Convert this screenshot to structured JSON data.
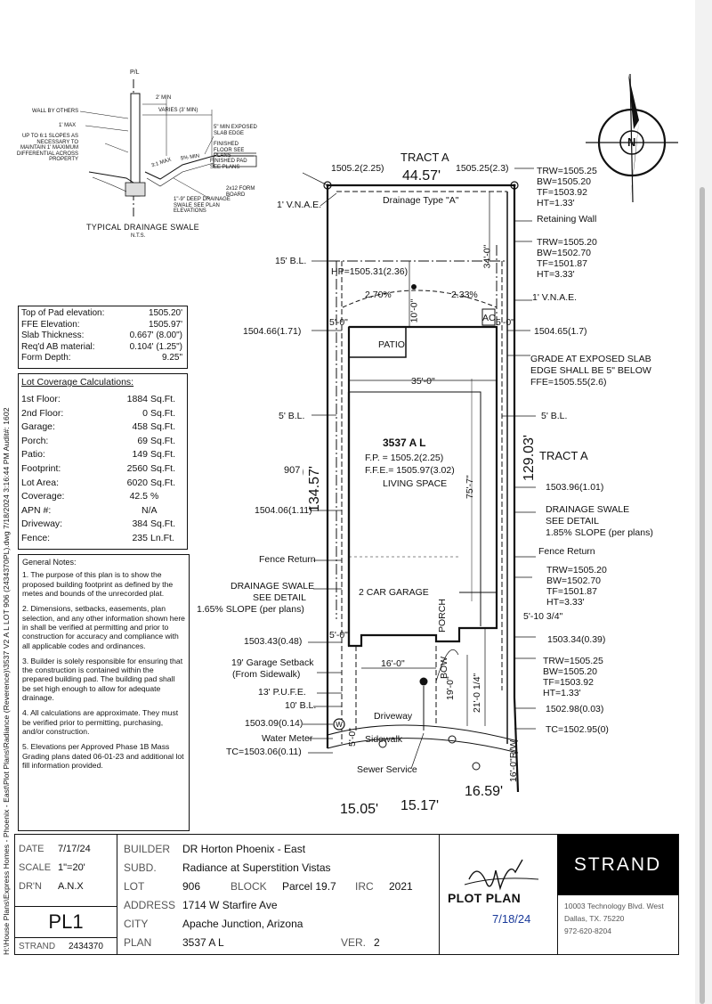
{
  "side_path": "H:\\House Plans\\Express Homes - Phoenix - East\\Plot Plans\\Radiance (Reverence)\\3537 V2 A L LOT 906 (2434370PL).dwg 7/18/2024 3:16:44 PM Audit#: 1602",
  "swale_detail": {
    "title": "TYPICAL DRAINAGE SWALE",
    "nts": "N.T.S.",
    "pl": "P/L",
    "two_min": "2' MIN",
    "varies": "VARIES (3' MIN)",
    "wall": "WALL BY OTHERS",
    "one_max": "1' MAX",
    "slopes": "UP TO 6:1 SLOPES AS NECESSARY TO MAINTAIN 1' MAXIMUM DIFFERENTIAL ACROSS PROPERTY",
    "exposed": "5\" MIN EXPOSED SLAB EDGE",
    "finished_floor": "FINISHED FLOOR SEE PLANS",
    "finished_pad": "FINISHED PAD SEE PLANS",
    "form": "2x12 FORM BOARD",
    "deep": "1\"-9\" DEEP DRAINAGE SWALE SEE PLAN ELEVATIONS",
    "slope1": "3:1 MAX",
    "slope2": "5% MIN"
  },
  "pad_info": {
    "rows": [
      {
        "label": "Top of Pad elevation:",
        "value": "1505.20'"
      },
      {
        "label": "FFE Elevation:",
        "value": "1505.97'"
      },
      {
        "label": "Slab Thickness:",
        "value": "0.667' (8.00\")"
      },
      {
        "label": "Req'd AB material:",
        "value": "0.104' (1.25\")"
      },
      {
        "label": "Form Depth:",
        "value": "9.25\""
      }
    ]
  },
  "coverage": {
    "title": "Lot Coverage Calculations:",
    "rows": [
      {
        "label": "1st Floor:",
        "value": "1884",
        "unit": "Sq.Ft."
      },
      {
        "label": "2nd Floor:",
        "value": "0",
        "unit": "Sq.Ft."
      },
      {
        "label": "Garage:",
        "value": "458",
        "unit": "Sq.Ft."
      },
      {
        "label": "Porch:",
        "value": "69",
        "unit": "Sq.Ft."
      },
      {
        "label": "Patio:",
        "value": "149",
        "unit": "Sq.Ft."
      },
      {
        "label": "Footprint:",
        "value": "2560",
        "unit": "Sq.Ft."
      },
      {
        "label": "Lot Area:",
        "value": "6020",
        "unit": "Sq.Ft."
      },
      {
        "label": "Coverage:",
        "value": "42.5",
        "unit": "%"
      },
      {
        "label": "APN #:",
        "value": "N/A",
        "unit": ""
      },
      {
        "label": "Driveway:",
        "value": "384",
        "unit": "Sq.Ft."
      },
      {
        "label": "Fence:",
        "value": "235",
        "unit": "Ln.Ft."
      }
    ]
  },
  "notes": {
    "title": "General Notes:",
    "items": [
      "1. The purpose of this plan is to show the proposed building footprint as defined by the metes and bounds of the unrecorded plat.",
      "2. Dimensions, setbacks, easements, plan selection, and any other information shown here in shall be verified at permitting and prior to construction for accuracy and compliance with all applicable codes and ordinances.",
      "3. Builder is solely responsible for ensuring that the construction is contained within the prepared building pad. The building pad shall be set high enough to allow for adequate drainage.",
      "4. All calculations are approximate. They must be verified prior to permitting, purchasing, and/or construction.",
      "5. Elevations per Approved Phase 1B Mass Grading plans dated 06-01-23 and additional lot fill information provided."
    ]
  },
  "plan": {
    "tract_a_top": "TRACT A",
    "tract_a_right": "TRACT A",
    "top_dim": "44.57'",
    "left_dim": "134.57'",
    "right_dim": "129.03'",
    "bottom_dims": [
      "15.05'",
      "15.17'",
      "16.59'"
    ],
    "lot_number": "907",
    "house_name": "3537 A L",
    "fp": "F.P. = 1505.2(2.25)",
    "ffe": "F.F.E.= 1505.97(3.02)",
    "living": "LIVING SPACE",
    "patio": "PATIO",
    "garage": "2 CAR GARAGE",
    "porch": "PORCH",
    "ac": "AC",
    "drainage_type": "Drainage Type \"A\"",
    "hp": "HP=1505.31(2.36)",
    "pct1": "2.70%",
    "pct2": "2.33%",
    "dim_35": "35'-0\"",
    "dim_10": "10'-0\"",
    "dim_34": "34'-0\"",
    "dim_75": "75'-7\"",
    "dim_16": "16'-0\"",
    "dim_19": "19'-0\"",
    "dim_21": "21'-0 1/4\"",
    "dim_5a": "5'-0\"",
    "dim_5b": "5'-0\"",
    "dim_5c": "5'-0\"",
    "dim_5d": "5'-0\"",
    "bow": "BOW",
    "rw": "16'-0\"R/W",
    "labels_left": [
      "1505.2(2.25)",
      "1' V.N.A.E.",
      "15' B.L.",
      "1504.66(1.71)",
      "5' B.L.",
      "1504.06(1.11)",
      "Fence Return",
      "DRAINAGE SWALE",
      "SEE DETAIL",
      "1.65% SLOPE (per plans)",
      "1503.43(0.48)",
      "19' Garage Setback",
      "(From Sidewalk)",
      "13' P.U.F.E.",
      "10' B.L.",
      "1503.09(0.14)",
      "Water Meter",
      "TC=1503.06(0.11)",
      "Driveway",
      "Sidewalk",
      "Sewer Service"
    ],
    "labels_right": [
      "1505.25(2.3)",
      "TRW=1505.25",
      "BW=1505.20",
      "TF=1503.92",
      "HT=1.33'",
      "Retaining Wall",
      "TRW=1505.20",
      "BW=1502.70",
      "TF=1501.87",
      "HT=3.33'",
      "1' V.N.A.E.",
      "1504.65(1.7)",
      "GRADE AT EXPOSED SLAB",
      "EDGE SHALL BE 5\" BELOW",
      "FFE=1505.55(2.6)",
      "5' B.L.",
      "1503.96(1.01)",
      "DRAINAGE SWALE",
      "SEE DETAIL",
      "1.85% SLOPE (per plans)",
      "Fence Return",
      "TRW=1505.20",
      "BW=1502.70",
      "TF=1501.87",
      "HT=3.33'",
      "5'-10 3/4\"",
      "1503.34(0.39)",
      "TRW=1505.25",
      "BW=1505.20",
      "TF=1503.92",
      "HT=1.33'",
      "1502.98(0.03)",
      "TC=1502.95(0)"
    ]
  },
  "title_block": {
    "date_label": "DATE",
    "date": "7/17/24",
    "scale_label": "SCALE",
    "scale": "1\"=20'",
    "drn_label": "DR'N",
    "drn": "A.N.X",
    "sheet": "PL1",
    "strand_label": "STRAND",
    "strand_no": "2434370",
    "builder_label": "BUILDER",
    "builder": "DR Horton Phoenix - East",
    "subd_label": "SUBD.",
    "subd": "Radiance at Superstition Vistas",
    "lot_label": "LOT",
    "lot": "906",
    "block_label": "BLOCK",
    "block": "Parcel 19.7",
    "irc_label": "IRC",
    "irc": "2021",
    "address_label": "ADDRESS",
    "address": "1714 W Starfire Ave",
    "city_label": "CITY",
    "city": "Apache Junction, Arizona",
    "plan_label": "PLAN",
    "plan": "3537 A L",
    "ver_label": "VER.",
    "ver": "2",
    "plot_plan": "PLOT PLAN",
    "plot_date": "7/18/24",
    "company": "STRAND",
    "addr1": "10003 Technology Blvd. West",
    "addr2": "Dallas, TX. 75220",
    "phone": "972-620-8204",
    "north": "N"
  }
}
